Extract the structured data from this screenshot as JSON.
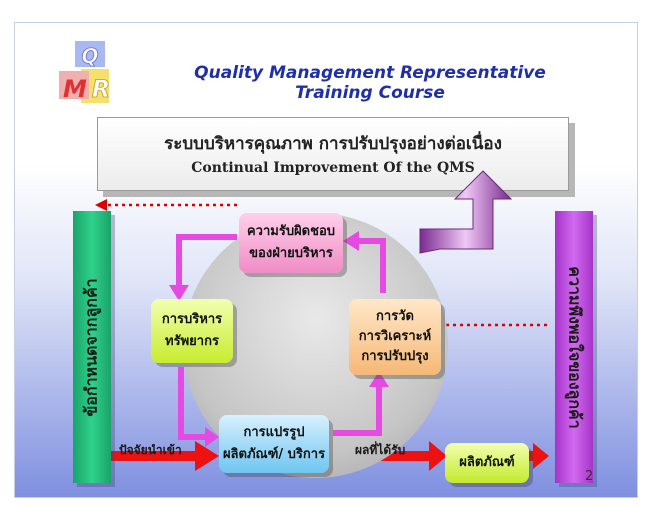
{
  "header": {
    "logo_text": "QMR",
    "title_line1": "Quality Management  Representative",
    "title_line2": "Training Course"
  },
  "banner": {
    "thai": "ระบบบริหารคุณภาพ การปรับปรุงอย่างต่อเนื่อง",
    "english": "Continual Improvement Of the QMS"
  },
  "left_bar": {
    "text": "ข้อกำหนดจากลูกค้า"
  },
  "right_bar": {
    "text": "ความพึงพอใจของลูกค้า"
  },
  "boxes": {
    "management": [
      "ความรับผิดชอบ",
      "ของฝ่ายบริหาร"
    ],
    "resources": [
      "การบริหาร",
      "ทรัพยากร"
    ],
    "measurement": [
      "การวัด",
      "การวิเคราะห์",
      "การปรับปรุง"
    ],
    "product_realization": [
      "การแปรรูป",
      "ผลิตภัณฑ์/ บริการ"
    ],
    "output": "ผลิตภัณฑ์"
  },
  "labels": {
    "input": "ปัจจัยนำเข้า",
    "output": "ผลที่ได้รับ"
  },
  "colors": {
    "title": "#1f2fa8",
    "cycle_arrows": "#e54be0",
    "flow_arrows": "#ee1111",
    "dotted": "#dd0000",
    "left_bar": "#2fd28a",
    "right_bar": "#d26af0"
  },
  "page_number": "2"
}
